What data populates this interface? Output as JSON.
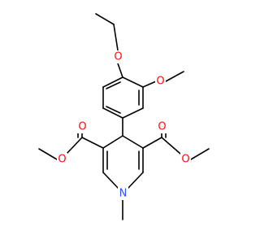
{
  "molecule": {
    "colors": {
      "bond": "#000000",
      "oxygen": "#ff0d0d",
      "nitrogen": "#3050f8"
    },
    "atoms": [
      {
        "id": "o_ethoxy",
        "label": "O",
        "element": "oxygen"
      },
      {
        "id": "o_methoxy",
        "label": "O",
        "element": "oxygen"
      },
      {
        "id": "o_left_carbonyl",
        "label": "O",
        "element": "oxygen"
      },
      {
        "id": "o_left_ester",
        "label": "O",
        "element": "oxygen"
      },
      {
        "id": "o_right_carbonyl",
        "label": "O",
        "element": "oxygen"
      },
      {
        "id": "o_right_ester",
        "label": "O",
        "element": "oxygen"
      },
      {
        "id": "n_ring",
        "label": "N",
        "element": "nitrogen"
      }
    ]
  }
}
